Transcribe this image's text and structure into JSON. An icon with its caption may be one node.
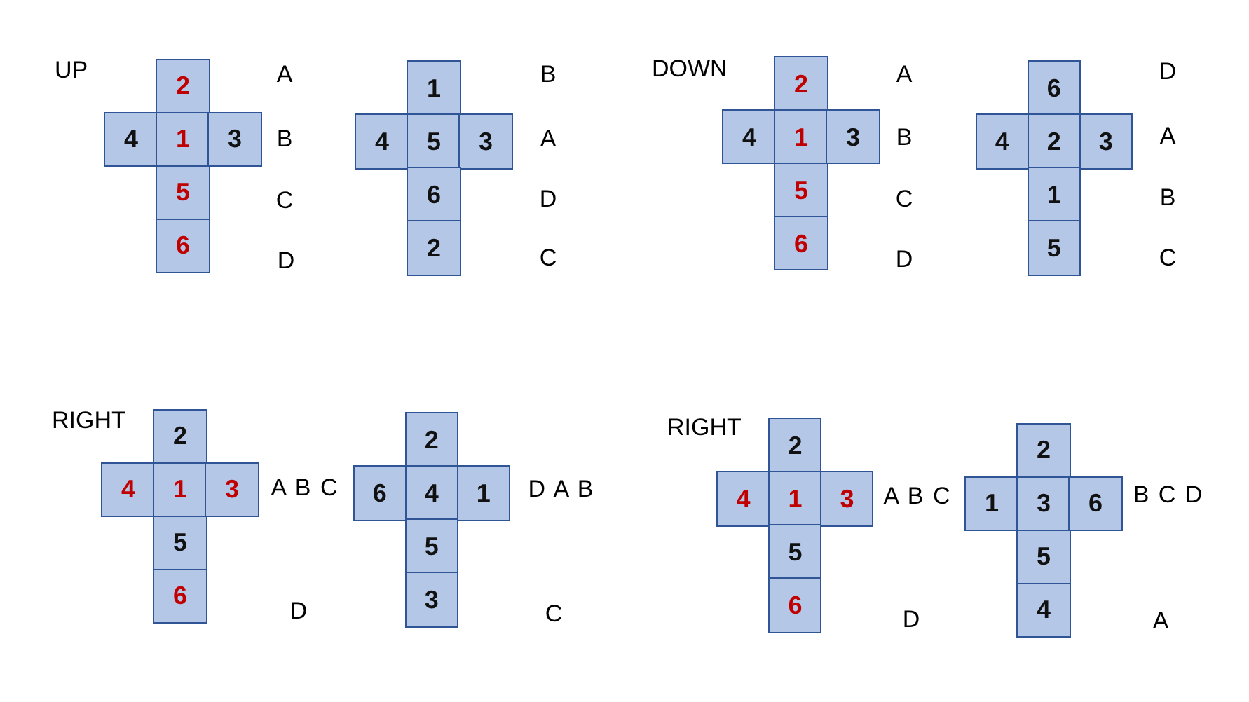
{
  "diagram": {
    "nodes": [
      {
        "text": [
          "2"
        ]
      },
      {
        "text": [
          "4"
        ]
      },
      {
        "text": [
          "1"
        ]
      },
      {
        "text": [
          "3"
        ]
      },
      {
        "text": [
          "5"
        ]
      },
      {
        "text": [
          "6"
        ]
      },
      {
        "text": [
          "1"
        ]
      },
      {
        "text": [
          "4"
        ]
      },
      {
        "text": [
          "5"
        ]
      },
      {
        "text": [
          "3"
        ]
      },
      {
        "text": [
          "6"
        ]
      },
      {
        "text": [
          "2"
        ]
      },
      {
        "text": [
          "2"
        ]
      },
      {
        "text": [
          "4"
        ]
      },
      {
        "text": [
          "1"
        ]
      },
      {
        "text": [
          "3"
        ]
      },
      {
        "text": [
          "5"
        ]
      },
      {
        "text": [
          "6"
        ]
      },
      {
        "text": [
          "6"
        ]
      },
      {
        "text": [
          "4"
        ]
      },
      {
        "text": [
          "2"
        ]
      },
      {
        "text": [
          "3"
        ]
      },
      {
        "text": [
          "1"
        ]
      },
      {
        "text": [
          "5"
        ]
      },
      {
        "text": [
          "2"
        ]
      },
      {
        "text": [
          "4"
        ]
      },
      {
        "text": [
          "1"
        ]
      },
      {
        "text": [
          "3"
        ]
      },
      {
        "text": [
          "5"
        ]
      },
      {
        "text": [
          "6"
        ]
      },
      {
        "text": [
          "2"
        ]
      },
      {
        "text": [
          "6"
        ]
      },
      {
        "text": [
          "4"
        ]
      },
      {
        "text": [
          "1"
        ]
      },
      {
        "text": [
          "5"
        ]
      },
      {
        "text": [
          "3"
        ]
      },
      {
        "text": [
          "2"
        ]
      },
      {
        "text": [
          "4"
        ]
      },
      {
        "text": [
          "1"
        ]
      },
      {
        "text": [
          "3"
        ]
      },
      {
        "text": [
          "5"
        ]
      },
      {
        "text": [
          "6"
        ]
      },
      {
        "text": [
          "2"
        ]
      },
      {
        "text": [
          "1"
        ]
      },
      {
        "text": [
          "3"
        ]
      },
      {
        "text": [
          "6"
        ]
      },
      {
        "text": [
          "5"
        ]
      },
      {
        "text": [
          "4"
        ]
      }
    ],
    "labels": [
      "UP",
      "A",
      "B",
      "C",
      "D",
      "B",
      "A",
      "D",
      "C",
      "DOWN",
      "A",
      "B",
      "C",
      "D",
      "D",
      "A",
      "B",
      "C",
      "RIGHT",
      "A B C",
      "D",
      "D A B",
      "C",
      "RIGHT",
      "A B C",
      "D",
      "B C D",
      "A"
    ]
  }
}
